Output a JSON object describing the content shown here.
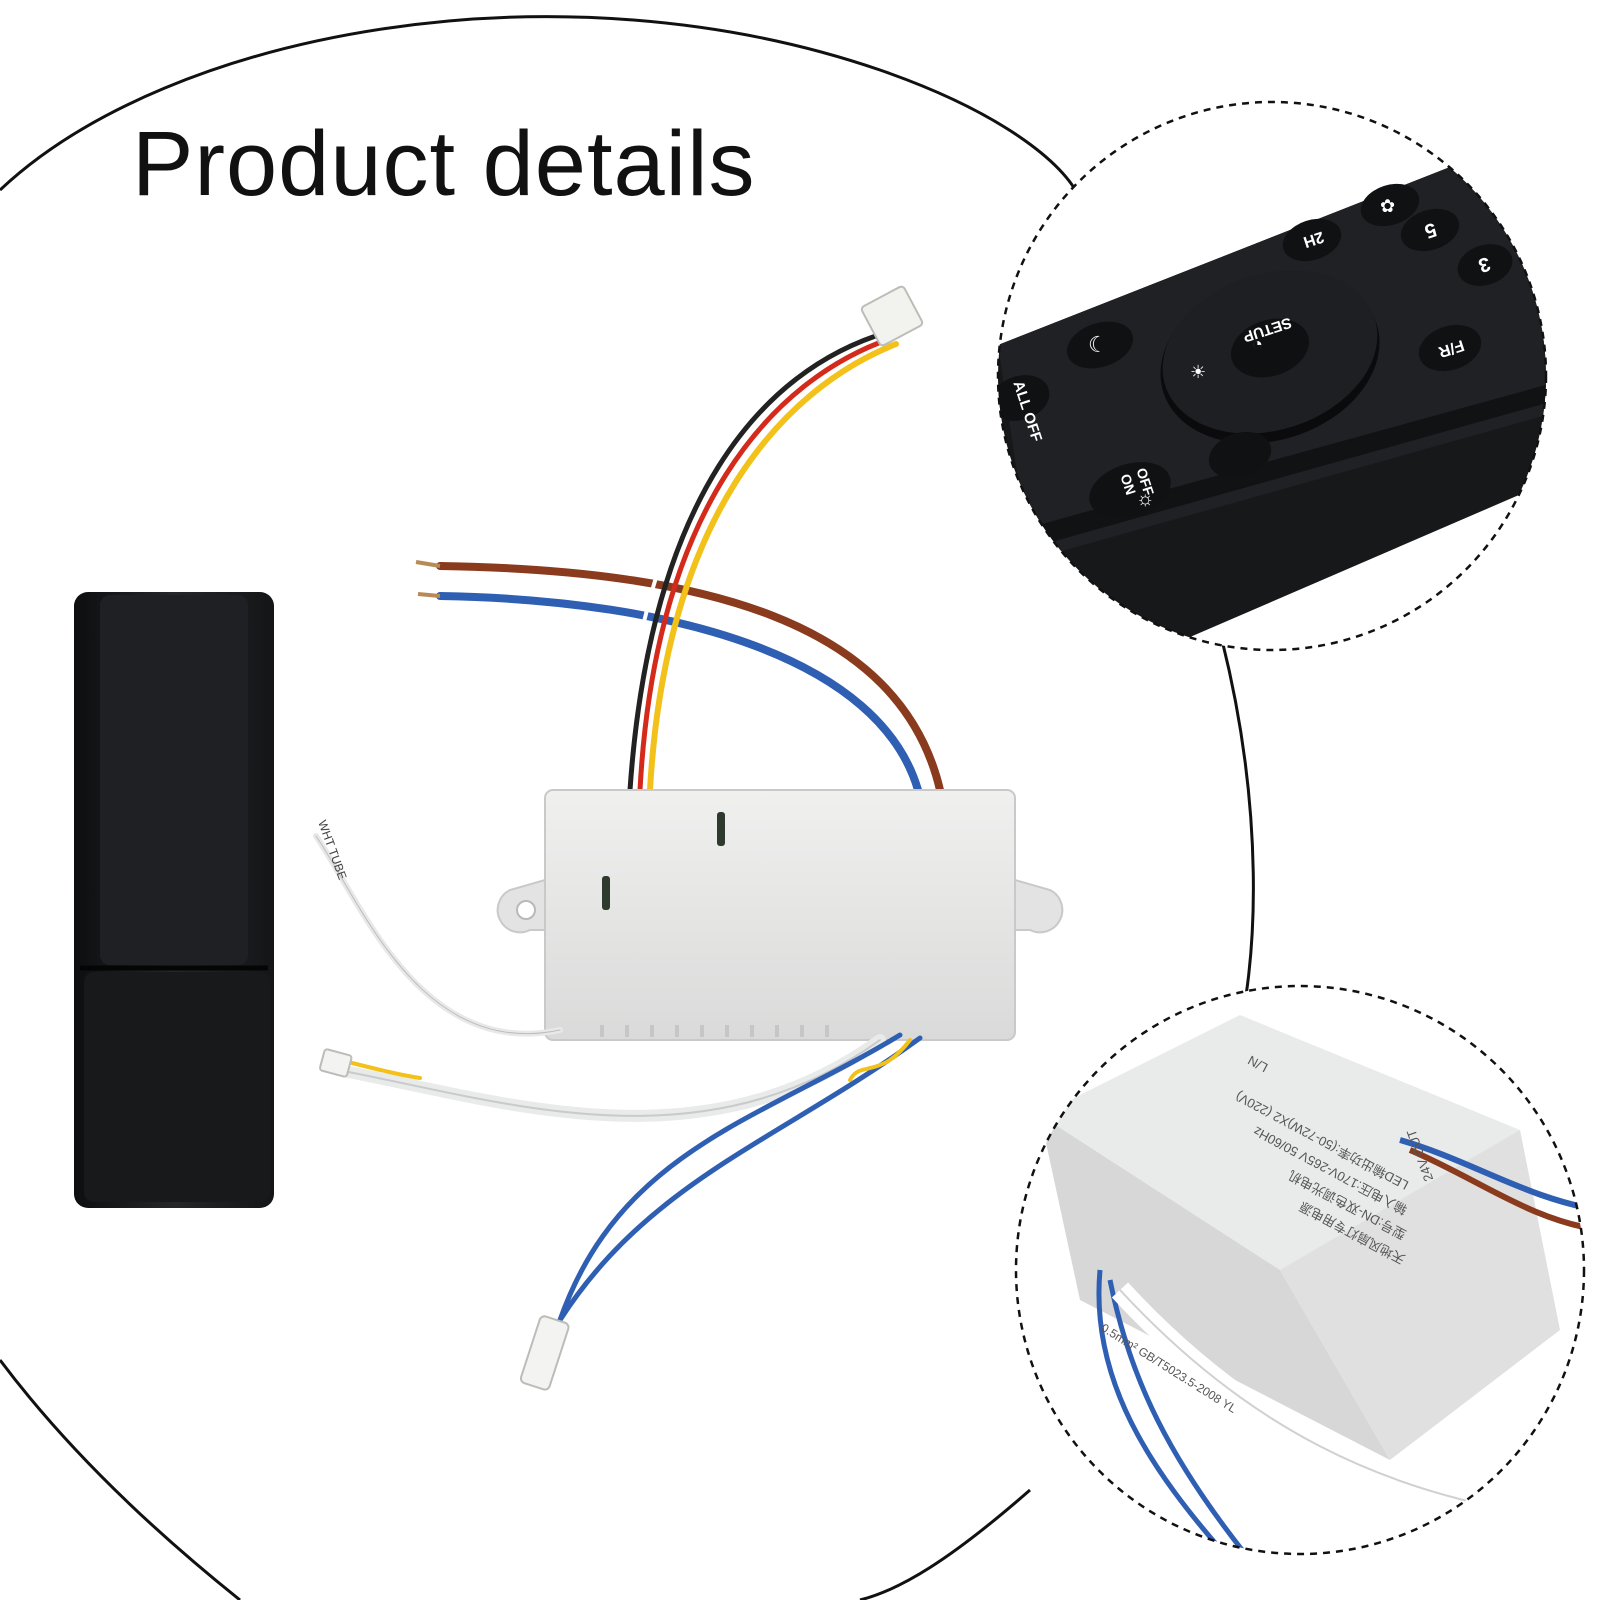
{
  "title": "Product details",
  "colors": {
    "background": "#ffffff",
    "outline": "#111111",
    "remote_body": "#1c1d1f",
    "module_body": "#e4e5e4",
    "wire_brown": "#8a3b1d",
    "wire_blue": "#2f5fb3",
    "wire_yellow": "#f2c21a",
    "wire_red": "#d32a1c",
    "wire_white": "#f4f4f4"
  },
  "remote_buttons": {
    "setup": "SETUP",
    "all_off": "ALL OFF",
    "on_off_1": "ON",
    "on_off_2": "OFF",
    "fr": "F/R",
    "two_h": "2H",
    "fan": "FAN",
    "off": "OFF",
    "num5": "5",
    "num3": "3"
  },
  "wire_tag": "WHT TUBE",
  "module_label": {
    "line1": "天地风扇灯专用电源",
    "line2": "型号:DN-双色调光电机",
    "line3": "输入电压:170V-265V 50/60Hz",
    "line4": "LED输出功率:(50-72W)X2 (220V)",
    "line5": "L/N",
    "line6": "24V OUT",
    "cable_print": "0.5mm² GB/T5023.5-2008 YL"
  },
  "icons": [
    "moon-icon",
    "sun-icon",
    "bulb-icon",
    "fan-icon",
    "signal-icon"
  ]
}
